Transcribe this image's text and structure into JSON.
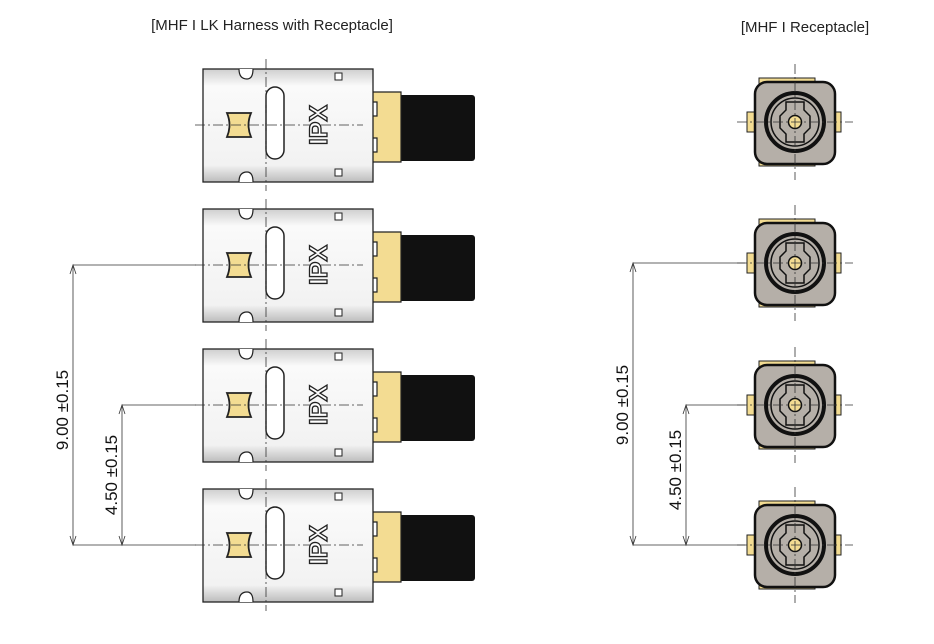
{
  "left": {
    "title": "[MHF I LK Harness with Receptacle]",
    "brand_marking": "IPX",
    "dimensions": {
      "outer": "9.00 ±0.15",
      "inner": "4.50 ±0.15"
    }
  },
  "right": {
    "title": "[MHF I Receptacle]",
    "dimensions": {
      "outer": "9.00 ±0.15",
      "inner": "4.50 ±0.15"
    }
  },
  "colors": {
    "gold": "#f3dc92",
    "body_gray": "#b5afa8",
    "cable": "#111111",
    "shell": "#f6f6f6"
  }
}
